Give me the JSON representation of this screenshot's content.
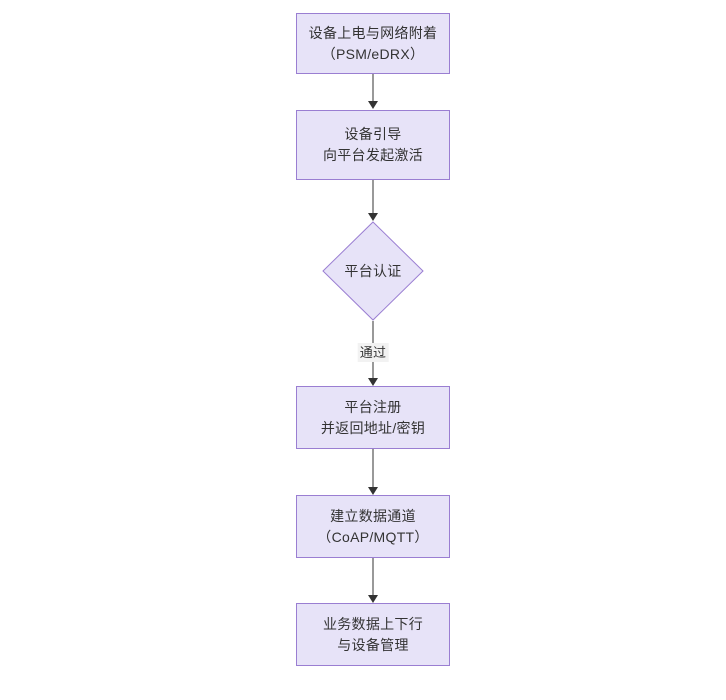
{
  "diagram": {
    "type": "flowchart",
    "orientation": "top-to-bottom",
    "palette": {
      "node_fill": "#e7e3f8",
      "node_border": "#9a7ed2",
      "text": "#333333",
      "connector": "#333333",
      "edge_label_bg": "#f2f2f2",
      "canvas": "#ffffff"
    },
    "nodes": [
      {
        "id": "power-on",
        "shape": "rect",
        "line1": "设备上电与网络附着",
        "line2": "（PSM/eDRX）"
      },
      {
        "id": "bootstrap",
        "shape": "rect",
        "line1": "设备引导",
        "line2": "向平台发起激活"
      },
      {
        "id": "platform-auth",
        "shape": "diamond",
        "line1": "平台认证",
        "line2": ""
      },
      {
        "id": "platform-register",
        "shape": "rect",
        "line1": "平台注册",
        "line2": "并返回地址/密钥"
      },
      {
        "id": "data-channel",
        "shape": "rect",
        "line1": "建立数据通道",
        "line2": "（CoAP/MQTT）"
      },
      {
        "id": "service-data",
        "shape": "rect",
        "line1": "业务数据上下行",
        "line2": "与设备管理"
      }
    ],
    "edges": [
      {
        "from": "power-on",
        "to": "bootstrap",
        "label": ""
      },
      {
        "from": "bootstrap",
        "to": "platform-auth",
        "label": ""
      },
      {
        "from": "platform-auth",
        "to": "platform-register",
        "label": "通过"
      },
      {
        "from": "platform-register",
        "to": "data-channel",
        "label": ""
      },
      {
        "from": "data-channel",
        "to": "service-data",
        "label": ""
      }
    ]
  }
}
